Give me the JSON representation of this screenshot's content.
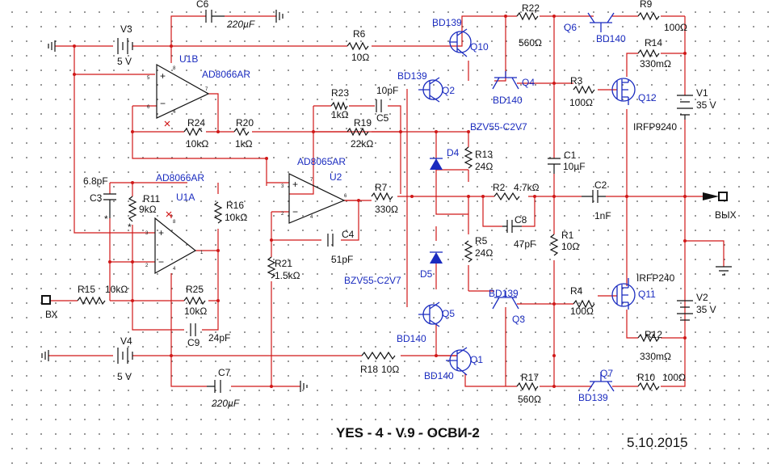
{
  "sheet": {
    "title": "YES - 4 - V.9 - ОСВИ-2",
    "date": "5.10.2015"
  },
  "labels": [
    {
      "id": "c6",
      "text": "C6",
      "color": "black"
    },
    {
      "id": "c6v",
      "text": "220µF",
      "color": "black"
    },
    {
      "id": "v3",
      "text": "V3",
      "color": "black"
    },
    {
      "id": "v3v",
      "text": "5 V",
      "color": "black"
    },
    {
      "id": "u1b",
      "text": "U1B",
      "color": "blue"
    },
    {
      "id": "u1bt",
      "text": "AD8066AR",
      "color": "blue"
    },
    {
      "id": "r6",
      "text": "R6",
      "color": "black"
    },
    {
      "id": "r6v",
      "text": "10Ω",
      "color": "black"
    },
    {
      "id": "bd139a",
      "text": "BD139",
      "color": "blue"
    },
    {
      "id": "q10",
      "text": "Q10",
      "color": "blue"
    },
    {
      "id": "r22",
      "text": "R22",
      "color": "black"
    },
    {
      "id": "r22v",
      "text": "560Ω",
      "color": "black"
    },
    {
      "id": "q6",
      "text": "Q6",
      "color": "blue"
    },
    {
      "id": "bd140a",
      "text": "BD140",
      "color": "blue"
    },
    {
      "id": "r9",
      "text": "R9",
      "color": "black"
    },
    {
      "id": "r9v",
      "text": "100Ω",
      "color": "black"
    },
    {
      "id": "r14",
      "text": "R14",
      "color": "black"
    },
    {
      "id": "r14v",
      "text": "330mΩ",
      "color": "black"
    },
    {
      "id": "bd139b",
      "text": "BD139",
      "color": "blue"
    },
    {
      "id": "q2",
      "text": "Q2",
      "color": "blue"
    },
    {
      "id": "q4",
      "text": "Q4",
      "color": "blue"
    },
    {
      "id": "bd140b",
      "text": "BD140",
      "color": "blue"
    },
    {
      "id": "r3",
      "text": "R3",
      "color": "black"
    },
    {
      "id": "r3v",
      "text": "100Ω",
      "color": "black"
    },
    {
      "id": "q12",
      "text": "Q12",
      "color": "blue"
    },
    {
      "id": "v1",
      "text": "V1",
      "color": "black"
    },
    {
      "id": "v1v",
      "text": "35 V",
      "color": "black"
    },
    {
      "id": "r23",
      "text": "R23",
      "color": "black"
    },
    {
      "id": "r23v",
      "text": "1kΩ",
      "color": "black"
    },
    {
      "id": "c5v",
      "text": "10pF",
      "color": "black"
    },
    {
      "id": "c5",
      "text": "C5",
      "color": "black"
    },
    {
      "id": "r19",
      "text": "R19",
      "color": "black"
    },
    {
      "id": "r19v",
      "text": "22kΩ",
      "color": "black"
    },
    {
      "id": "r24",
      "text": "R24",
      "color": "black"
    },
    {
      "id": "r24v",
      "text": "10kΩ",
      "color": "black"
    },
    {
      "id": "r20",
      "text": "R20",
      "color": "black"
    },
    {
      "id": "r20v",
      "text": "1kΩ",
      "color": "black"
    },
    {
      "id": "bzv1",
      "text": "BZV55-C2V7",
      "color": "blue"
    },
    {
      "id": "irfp9240",
      "text": "IRFP9240",
      "color": "black"
    },
    {
      "id": "d4",
      "text": "D4",
      "color": "blue"
    },
    {
      "id": "r13",
      "text": "R13",
      "color": "black"
    },
    {
      "id": "r13v",
      "text": "24Ω",
      "color": "black"
    },
    {
      "id": "c1",
      "text": "C1",
      "color": "black"
    },
    {
      "id": "c1v",
      "text": "10µF",
      "color": "black"
    },
    {
      "id": "c3v",
      "text": "6.8pF",
      "color": "black"
    },
    {
      "id": "u1at",
      "text": "AD8066AR",
      "color": "blue"
    },
    {
      "id": "u2t",
      "text": "AD8065AR",
      "color": "blue"
    },
    {
      "id": "u2",
      "text": "U2",
      "color": "blue"
    },
    {
      "id": "c3",
      "text": "C3",
      "color": "black"
    },
    {
      "id": "r11",
      "text": "R11",
      "color": "black"
    },
    {
      "id": "r11v",
      "text": "9kΩ",
      "color": "black"
    },
    {
      "id": "u1a",
      "text": "U1A",
      "color": "blue"
    },
    {
      "id": "r16",
      "text": "R16",
      "color": "black"
    },
    {
      "id": "r16v",
      "text": "10kΩ",
      "color": "black"
    },
    {
      "id": "r7",
      "text": "R7",
      "color": "black"
    },
    {
      "id": "r7v",
      "text": "330Ω",
      "color": "black"
    },
    {
      "id": "r2",
      "text": "R2",
      "color": "black"
    },
    {
      "id": "r2v",
      "text": "4.7kΩ",
      "color": "black"
    },
    {
      "id": "c2",
      "text": "C2",
      "color": "black"
    },
    {
      "id": "c2v",
      "text": "1nF",
      "color": "black"
    },
    {
      "id": "out",
      "text": "ВЫХ",
      "color": "black"
    },
    {
      "id": "c8",
      "text": "C8",
      "color": "black"
    },
    {
      "id": "c8v",
      "text": "47pF",
      "color": "black"
    },
    {
      "id": "c4",
      "text": "C4",
      "color": "black"
    },
    {
      "id": "c4v",
      "text": "51pF",
      "color": "black"
    },
    {
      "id": "r5",
      "text": "R5",
      "color": "black"
    },
    {
      "id": "r5v",
      "text": "24Ω",
      "color": "black"
    },
    {
      "id": "r1",
      "text": "R1",
      "color": "black"
    },
    {
      "id": "r1v",
      "text": "10Ω",
      "color": "black"
    },
    {
      "id": "r21",
      "text": "R21",
      "color": "black"
    },
    {
      "id": "r21v",
      "text": "1.5kΩ",
      "color": "black"
    },
    {
      "id": "irfp240",
      "text": "IRFP240",
      "color": "black"
    },
    {
      "id": "d5",
      "text": "D5",
      "color": "blue"
    },
    {
      "id": "bzv2",
      "text": "BZV55-C2V7",
      "color": "blue"
    },
    {
      "id": "bd139c",
      "text": "BD139",
      "color": "blue"
    },
    {
      "id": "q11",
      "text": "Q11",
      "color": "blue"
    },
    {
      "id": "v2",
      "text": "V2",
      "color": "black"
    },
    {
      "id": "v2v",
      "text": "35 V",
      "color": "black"
    },
    {
      "id": "r15",
      "text": "R15",
      "color": "black"
    },
    {
      "id": "r15v",
      "text": "10kΩ",
      "color": "black"
    },
    {
      "id": "r25",
      "text": "R25",
      "color": "black"
    },
    {
      "id": "r25v",
      "text": "10kΩ",
      "color": "black"
    },
    {
      "id": "q5",
      "text": "Q5",
      "color": "blue"
    },
    {
      "id": "q3",
      "text": "Q3",
      "color": "blue"
    },
    {
      "id": "r4",
      "text": "R4",
      "color": "black"
    },
    {
      "id": "r4v",
      "text": "100Ω",
      "color": "black"
    },
    {
      "id": "in",
      "text": "ВХ",
      "color": "black"
    },
    {
      "id": "c9",
      "text": "C9",
      "color": "black"
    },
    {
      "id": "c9v",
      "text": "24pF",
      "color": "black"
    },
    {
      "id": "bd140c",
      "text": "BD140",
      "color": "blue"
    },
    {
      "id": "r12",
      "text": "R12",
      "color": "black"
    },
    {
      "id": "r12v",
      "text": "330mΩ",
      "color": "black"
    },
    {
      "id": "v4",
      "text": "V4",
      "color": "black"
    },
    {
      "id": "v4v",
      "text": "5 V",
      "color": "black"
    },
    {
      "id": "q1",
      "text": "Q1",
      "color": "blue"
    },
    {
      "id": "r18",
      "text": "R18",
      "color": "black"
    },
    {
      "id": "r18v",
      "text": "10Ω",
      "color": "black"
    },
    {
      "id": "c7",
      "text": "C7",
      "color": "black"
    },
    {
      "id": "bd140d",
      "text": "BD140",
      "color": "blue"
    },
    {
      "id": "q7",
      "text": "Q7",
      "color": "blue"
    },
    {
      "id": "r17",
      "text": "R17",
      "color": "black"
    },
    {
      "id": "r17v",
      "text": "560Ω",
      "color": "black"
    },
    {
      "id": "r10",
      "text": "R10",
      "color": "black"
    },
    {
      "id": "r10v",
      "text": "100Ω",
      "color": "black"
    },
    {
      "id": "c7v",
      "text": "220µF",
      "color": "black"
    },
    {
      "id": "bd139d",
      "text": "BD139",
      "color": "blue"
    },
    {
      "id": "c3star",
      "text": "*",
      "color": "black"
    },
    {
      "id": "r11star",
      "text": "*",
      "color": "black"
    }
  ]
}
